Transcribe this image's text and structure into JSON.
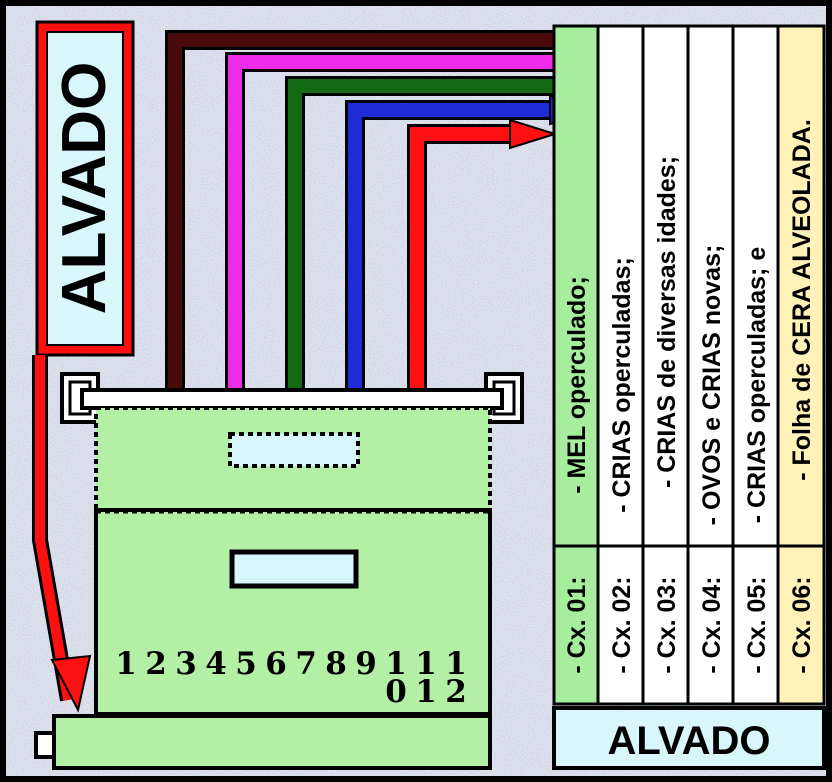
{
  "labels": {
    "left_title": "ALVADO",
    "bottom_title": "ALVADO"
  },
  "frame_numbers": {
    "top_row": [
      "1",
      "2",
      "3",
      "4",
      "5",
      "6",
      "7",
      "8",
      "9",
      "1",
      "1",
      "1"
    ],
    "bottom_row": [
      "0",
      "1",
      "2"
    ]
  },
  "boxes": [
    {
      "code": "- Cx. 01:",
      "content": "- MEL operculado;",
      "fill": "#a6ee9e",
      "arrow_color": "#ff1010"
    },
    {
      "code": "- Cx. 02:",
      "content": "- CRIAS operculadas;",
      "fill": "#ffffff",
      "arrow_color": "#1f2bd6"
    },
    {
      "code": "- Cx. 03:",
      "content": "- CRIAS de diversas idades;",
      "fill": "#ffffff",
      "arrow_color": "#126b12"
    },
    {
      "code": "- Cx. 04:",
      "content": "- OVOS e CRIAS novas;",
      "fill": "#ffffff",
      "arrow_color": "#ee2ce8"
    },
    {
      "code": "- Cx. 05:",
      "content": "- CRIAS operculadas; e",
      "fill": "#ffffff",
      "arrow_color": "#ee2ce8"
    },
    {
      "code": "- Cx. 06:",
      "content": "- Folha de CERA ALVEOLADA.",
      "fill": "#fff2b8",
      "arrow_color": "#4a0a0a"
    }
  ],
  "colors": {
    "hive_green": "#b3f0a6",
    "label_cyan": "#d9f6fb",
    "outline": "#000000",
    "arrow_red": "#ff1010",
    "arrow_blue": "#1f2bd6",
    "arrow_green": "#126b12",
    "arrow_magenta": "#ee2ce8",
    "arrow_maroon": "#4a0a0a"
  }
}
